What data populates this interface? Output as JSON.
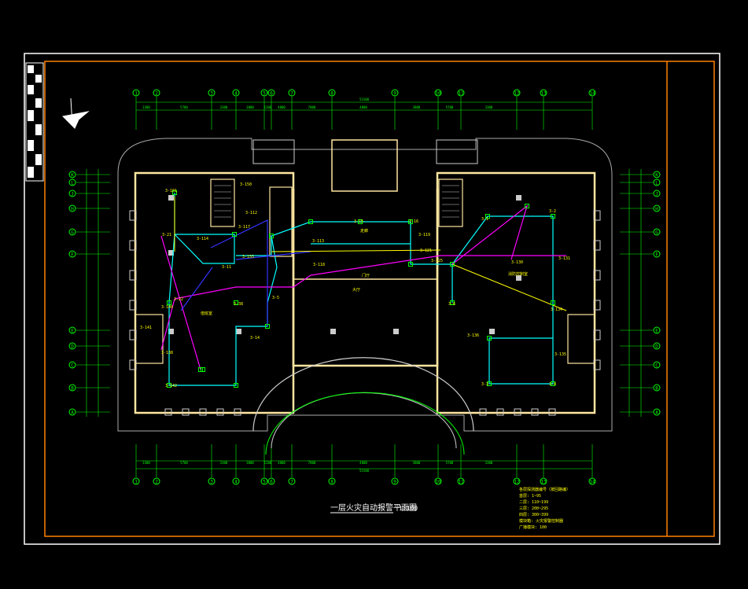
{
  "drawing": {
    "title": "一层火灾自动报警平面图",
    "scale": "1:100",
    "colors": {
      "background": "#000000",
      "frame": "#ffffff",
      "border": "#ff8000",
      "wall": "#ffe6a0",
      "axis": "#00ff00",
      "cyan_wire": "#00ffff",
      "magenta_wire": "#ff00ff",
      "blue_wire": "#3333ff",
      "yellow_wire": "#ffff00",
      "device_label": "#ffff00",
      "room_label": "#ffff00"
    },
    "axis_labels_top": [
      "1",
      "2",
      "3",
      "4",
      "5",
      "6",
      "7",
      "8",
      "9",
      "10",
      "11",
      "12",
      "13",
      "14"
    ],
    "axis_labels_left": [
      "K",
      "L",
      "J",
      "H",
      "G",
      "F",
      "E",
      "D",
      "C",
      "B",
      "A"
    ],
    "dims_top": [
      "3300",
      "5700",
      "3300",
      "3800",
      "1200",
      "4800",
      "7800",
      "4800",
      "3800",
      "5700",
      "3300"
    ],
    "total_dim": "53100",
    "legend": [
      "各层探测器编号（按回路编）",
      "首层: 1~95",
      "二层: 110~199",
      "三层: 200~295",
      "四层: 300~399",
      "模块箱: 火灾报警控制器",
      "广播模块: 100"
    ],
    "device_labels": [
      "3-101",
      "3-21",
      "3-150",
      "3-114",
      "3-117",
      "3-155",
      "3-112",
      "3-113",
      "3-118",
      "3-119",
      "3-121",
      "3-125",
      "3-130",
      "3-131",
      "3-134",
      "3-135",
      "3-136",
      "3-138",
      "3-140",
      "3-141",
      "3-142",
      "3-38",
      "3-15",
      "3-16",
      "3-6",
      "3-1",
      "3-2",
      "3-3",
      "3-4",
      "3-5",
      "3-14",
      "3-11",
      "3-22"
    ],
    "room_labels": [
      "大厅",
      "门厅",
      "走廊",
      "值班室",
      "消防控制室"
    ]
  }
}
